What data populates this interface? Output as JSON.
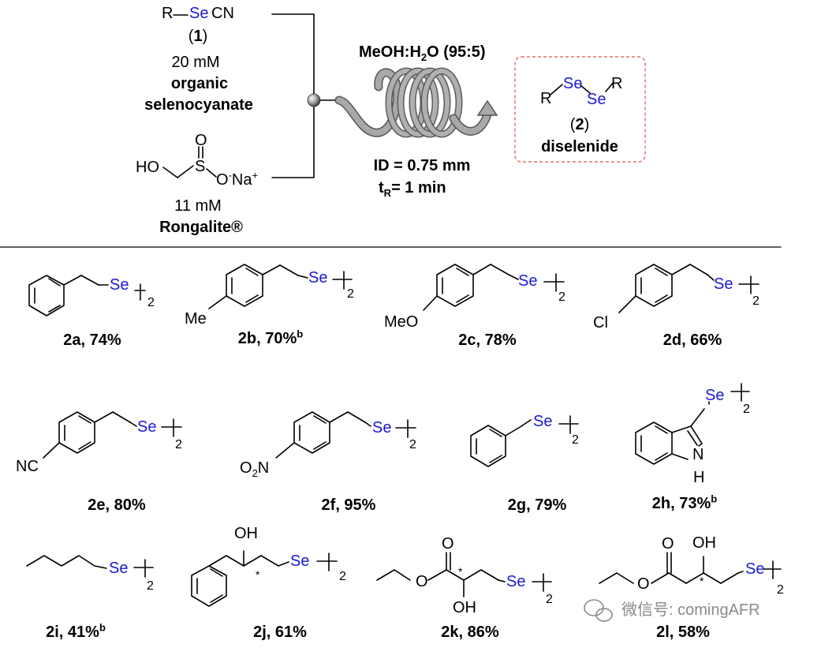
{
  "reaction": {
    "reagent1": {
      "formula_r": "R",
      "formula_se": "Se",
      "formula_cn": "CN",
      "number": "1",
      "concentration": "20 mM",
      "name_line1": "organic",
      "name_line2": "selenocyanate"
    },
    "reagent2": {
      "ho": "HO",
      "s": "S",
      "o": "O",
      "o_minus": "O",
      "minus": "-",
      "na": "Na",
      "plus": "+",
      "concentration": "11 mM",
      "name": "Rongalite®"
    },
    "conditions": {
      "solvent_a": "MeOH:H",
      "solvent_sub": "2",
      "solvent_b": "O (95:5)",
      "id": "ID = 0.75 mm",
      "tr_t": "t",
      "tr_sub": "R",
      "tr_rest": "= 1 min"
    },
    "product": {
      "r_left": "R",
      "se1": "Se",
      "se2": "Se",
      "r_right": "R",
      "number": "2",
      "name": "diselenide"
    }
  },
  "atoms": {
    "se": "Se",
    "me": "Me",
    "meo": "MeO",
    "cl": "Cl",
    "nc": "NC",
    "o2n_o": "O",
    "o2n_sub": "2",
    "o2n_n": "N",
    "n": "N",
    "h": "H",
    "oh": "OH",
    "o": "O",
    "star": "*",
    "two": "2"
  },
  "products": [
    {
      "id": "2a",
      "label": "2a, 74%",
      "sup": ""
    },
    {
      "id": "2b",
      "label": "2b, 70%",
      "sup": "b"
    },
    {
      "id": "2c",
      "label": "2c, 78%",
      "sup": ""
    },
    {
      "id": "2d",
      "label": "2d, 66%",
      "sup": ""
    },
    {
      "id": "2e",
      "label": "2e, 80%",
      "sup": ""
    },
    {
      "id": "2f",
      "label": "2f, 95%",
      "sup": ""
    },
    {
      "id": "2g",
      "label": "2g, 79%",
      "sup": ""
    },
    {
      "id": "2h",
      "label": "2h, 73%",
      "sup": "b"
    },
    {
      "id": "2i",
      "label": "2i, 41%",
      "sup": "b"
    },
    {
      "id": "2j",
      "label": "2j, 61%",
      "sup": ""
    },
    {
      "id": "2k",
      "label": "2k, 86%",
      "sup": ""
    },
    {
      "id": "2l",
      "label": "2l, 58%",
      "sup": ""
    }
  ],
  "watermark": {
    "text": "微信号: comingAFR"
  },
  "colors": {
    "selenium": "#1a1ad6",
    "dashed_box": "#e05050",
    "coil": "#8c8c8c"
  }
}
